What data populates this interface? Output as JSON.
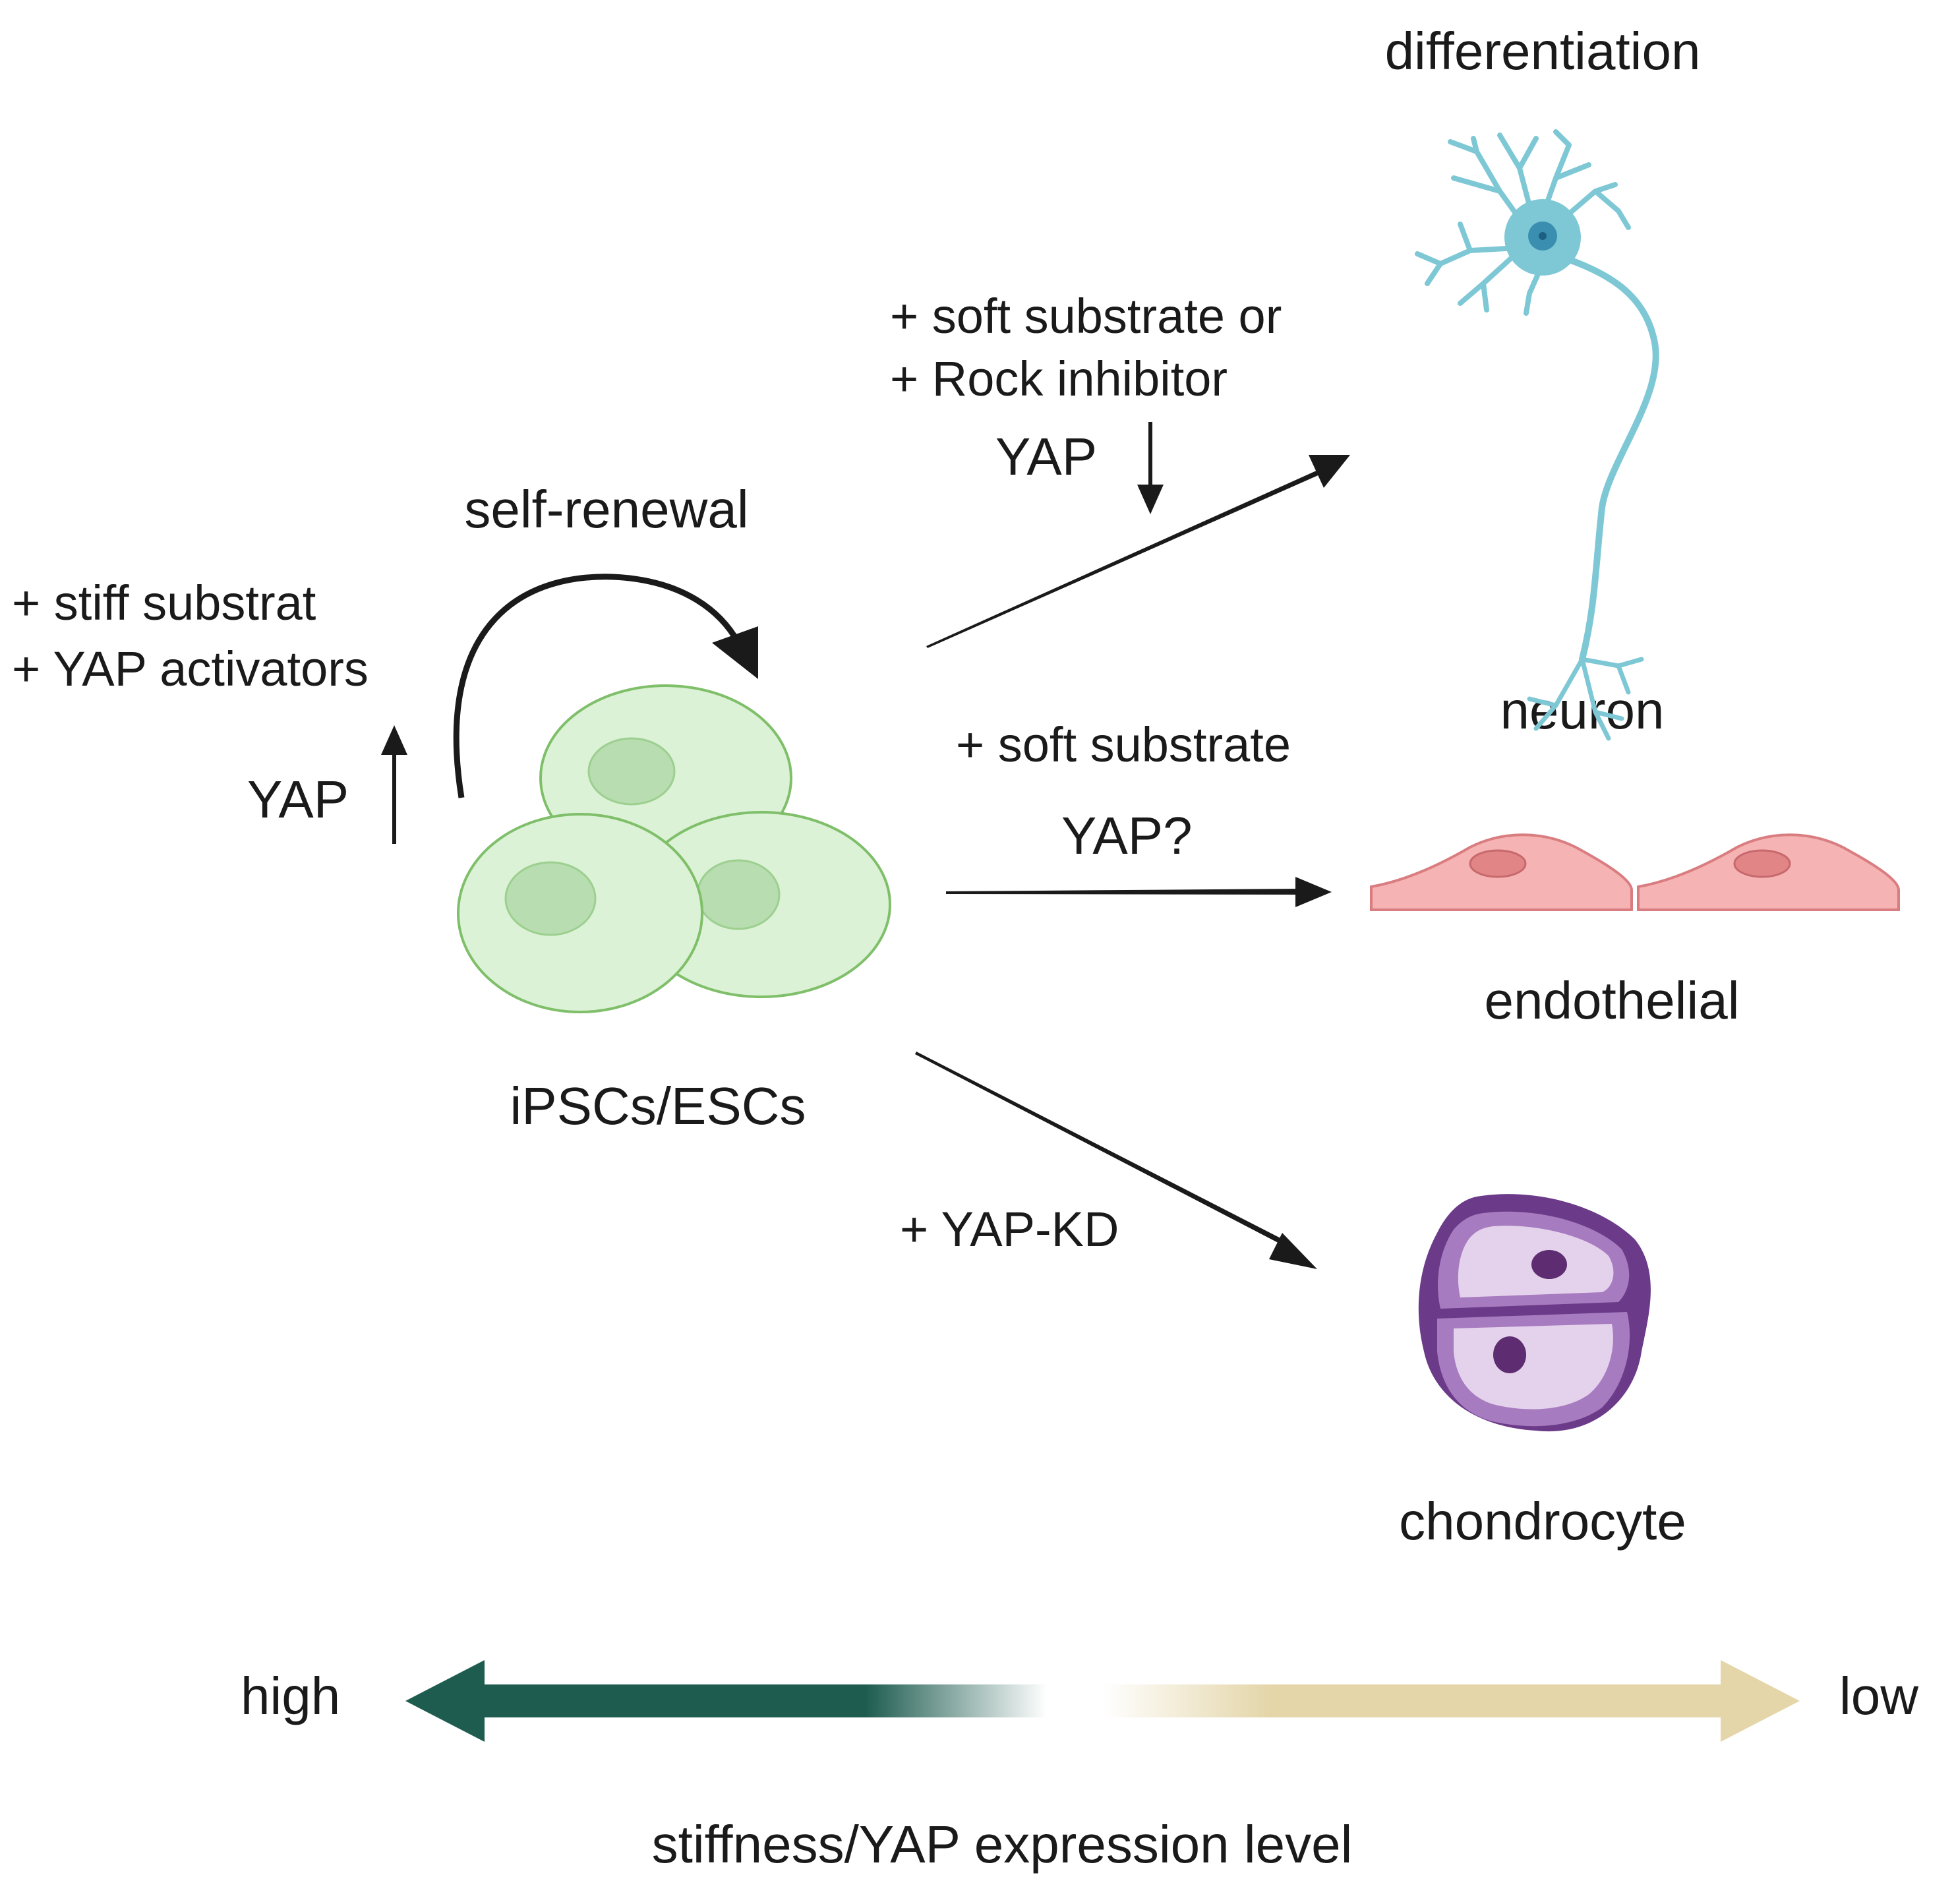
{
  "labels": {
    "differentiation": "differentiation",
    "self_renewal": "self-renewal",
    "stiff_line1": "+ stiff substrat",
    "stiff_line2": "+ YAP activators",
    "yap_up": "YAP",
    "neuron_cond_line1": "+ soft substrate or",
    "neuron_cond_line2": "+ Rock inhibitor",
    "yap_down": "YAP",
    "endo_cond": "+ soft substrate",
    "endo_yap": "YAP?",
    "chondro_cond": "+ YAP-KD",
    "stem_cells": "iPSCs/ESCs",
    "neuron": "neuron",
    "endothelial": "endothelial",
    "chondrocyte": "chondrocyte",
    "scale_high": "high",
    "scale_low": "low",
    "scale_title": "stiffness/YAP expression level"
  },
  "colors": {
    "stem_cell_fill": "#dcf2d6",
    "stem_cell_stroke": "#7fbf6a",
    "stem_nucleus": "#b8ddb0",
    "neuron": "#7ec8d6",
    "neuron_nucleus": "#3a8fb0",
    "endothelial_fill": "#f6b3b3",
    "endothelial_stroke": "#d97d80",
    "endothelial_nucleus": "#e18587",
    "chondro_outer": "#6b3a88",
    "chondro_inner": "#a77bc0",
    "chondro_fill": "#e4d2ec",
    "chondro_nucleus": "#5e2c70",
    "scale_high": "#1e5c50",
    "scale_low": "#e4d6a9",
    "arrow": "#1a1a1a"
  }
}
